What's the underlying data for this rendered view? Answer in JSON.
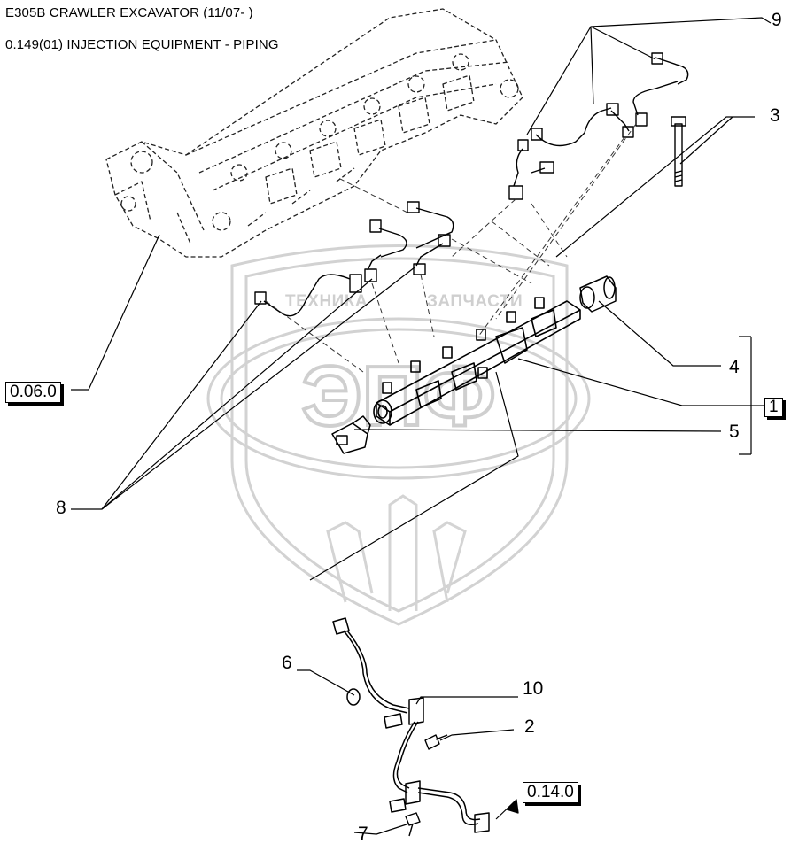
{
  "header": {
    "line1": "E305B CRAWLER EXCAVATOR (11/07- )",
    "line2": "0.149(01) INJECTION EQUIPMENT - PIPING"
  },
  "callouts": [
    "9",
    "3",
    "4",
    "5",
    "8",
    "6",
    "10",
    "2",
    "7"
  ],
  "group_marker": "1",
  "references": {
    "engine_ref": "0.06.0",
    "pump_ref": "0.14.0"
  },
  "watermark": {
    "left": "ТЕХНИКА",
    "right": "ЗАПЧАСТИ",
    "logo": "ЭПФ"
  },
  "colors": {
    "line": "#000000",
    "watermark": "#cccccc"
  }
}
